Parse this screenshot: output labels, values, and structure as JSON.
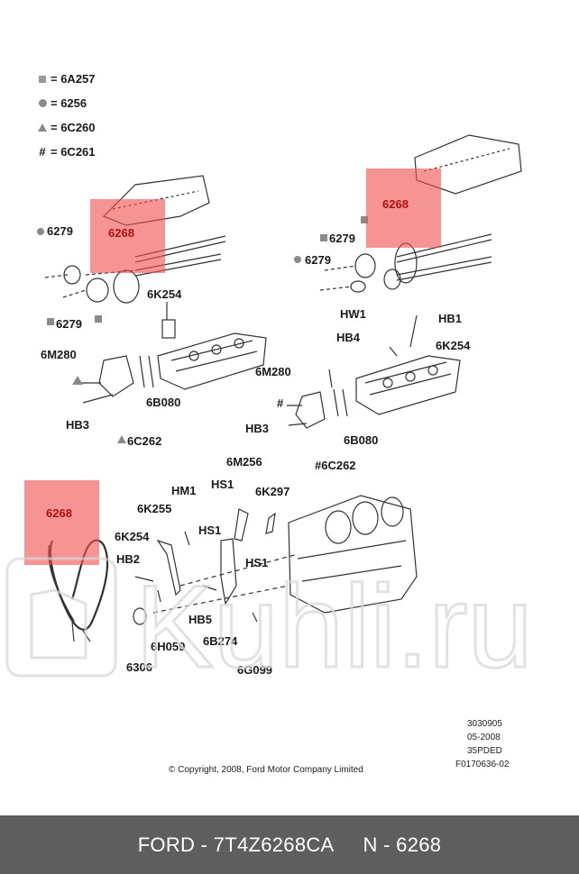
{
  "legend": [
    {
      "symbol": "square",
      "text": "= 6A257"
    },
    {
      "symbol": "circle",
      "text": "= 6256"
    },
    {
      "symbol": "triangle",
      "text": "= 6C260"
    },
    {
      "symbol": "#",
      "text": "= 6C261"
    }
  ],
  "highlight_label": "6268",
  "callouts": {
    "c1": "6279",
    "c2": "6279",
    "c3": "6M280",
    "c4": "6K254",
    "c5": "6B080",
    "c6": "HB3",
    "c7": "6C262",
    "c8": "6279",
    "c9": "6279",
    "c10": "HW1",
    "c11": "HB1",
    "c12": "HB4",
    "c13": "6K254",
    "c14": "6M280",
    "c15": "#",
    "c16": "HB3",
    "c17": "6B080",
    "c18": "#6C262",
    "c19": "6M256",
    "c20": "HS1",
    "c21": "6K297",
    "c22": "HM1",
    "c23": "6K255",
    "c24": "6K254",
    "c25": "HS1",
    "c26": "HB2",
    "c27": "HS1",
    "c28": "HB5",
    "c29": "6B274",
    "c30": "6H059",
    "c31": "6306",
    "c32": "6G099"
  },
  "drawing_info": [
    "3030905",
    "05-2008",
    "35PDED",
    "F0170636-02"
  ],
  "copyright": "© Copyright, 2008, Ford Motor Company Limited",
  "watermark": "Kuhli.ru",
  "footer": {
    "brand_part": "FORD - 7T4Z6268CA",
    "ref": "N - 6268"
  },
  "colors": {
    "highlight": "#f05050",
    "footer_bg": "#5e5e5e"
  }
}
